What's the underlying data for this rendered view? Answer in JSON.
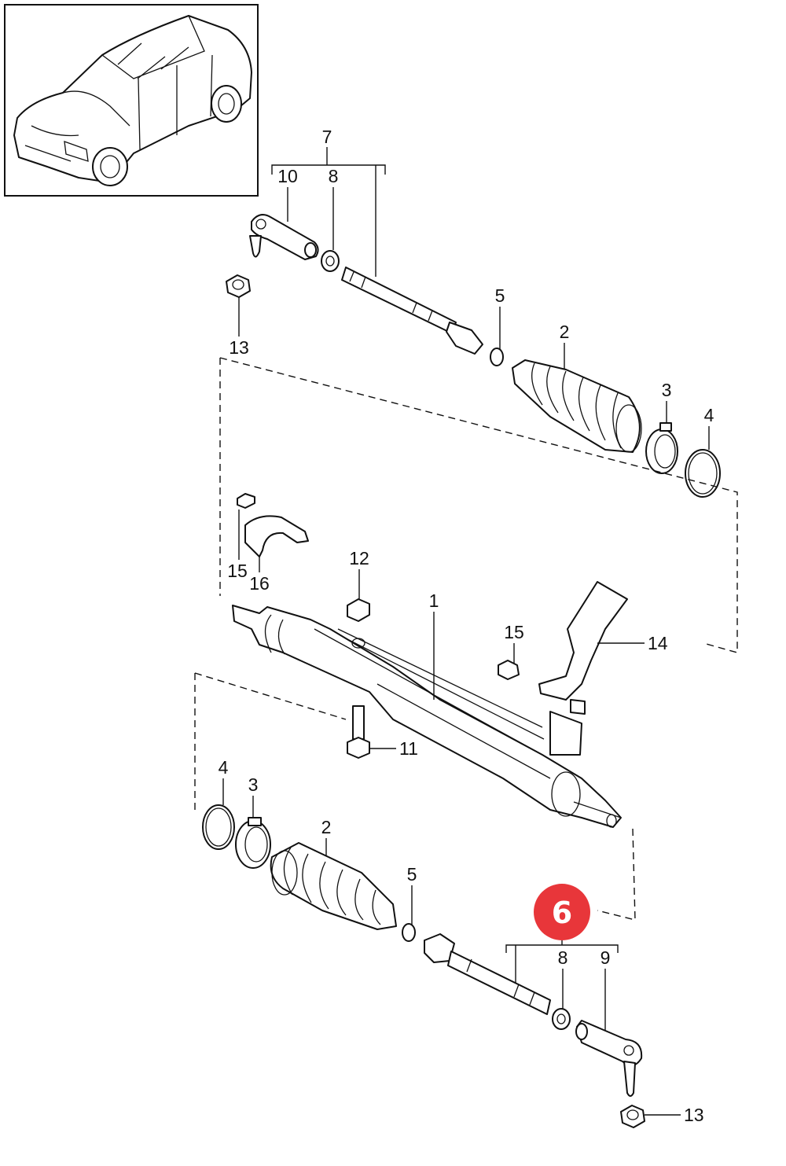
{
  "diagram": {
    "labels": {
      "p1": "1",
      "p2_top": "2",
      "p2_bottom": "2",
      "p3_top": "3",
      "p3_bottom": "3",
      "p4_top": "4",
      "p4_bottom": "4",
      "p5_top": "5",
      "p5_bottom": "5",
      "p6_badge": "6",
      "p7": "7",
      "p8_top": "8",
      "p8_bottom": "8",
      "p9": "9",
      "p10": "10",
      "p11": "11",
      "p12": "12",
      "p13_top": "13",
      "p13_bottom": "13",
      "p14": "14",
      "p15_left": "15",
      "p15_right": "15",
      "p16": "16"
    },
    "badge_color": "#e8363a",
    "icons": [
      "car-thumbnail-icon"
    ]
  }
}
